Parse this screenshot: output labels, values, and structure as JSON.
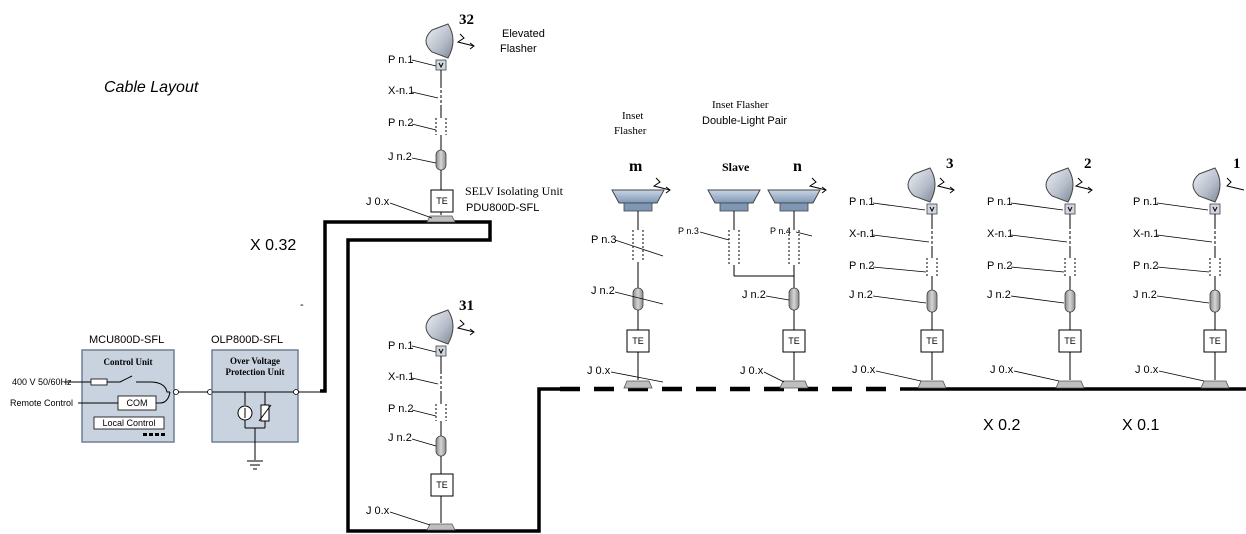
{
  "title": "Cable Layout",
  "segments": {
    "x032": "X 0.32",
    "x02": "X 0.2",
    "x01": "X 0.1",
    "dash": "-"
  },
  "headings": {
    "elevated_flasher": [
      "Elevated",
      "Flasher"
    ],
    "inset_flasher": [
      "Inset",
      "Flasher"
    ],
    "inset_pair": [
      "Inset Flasher",
      "Double-Light Pair"
    ],
    "selv": [
      "SELV Isolating Unit",
      "PDU800D-SFL"
    ],
    "mcu": "MCU800D-SFL",
    "olp": "OLP800D-SFL"
  },
  "control_unit": {
    "title": "Control Unit",
    "com": "COM",
    "local": "Local Control",
    "supply": "400 V 50/60Hz",
    "remote": "Remote Control"
  },
  "olp_unit": {
    "title": [
      "Over Voltage",
      "Protection Unit"
    ]
  },
  "numbers": {
    "n32": "32",
    "n31": "31",
    "m": "m",
    "slave": "Slave",
    "n": "n",
    "n3": "3",
    "n2": "2",
    "n1": "1"
  },
  "labels": {
    "pn1": "P n.1",
    "xn1": "X-n.1",
    "pn2": "P n.2",
    "jn2": "J n.2",
    "j0x": "J 0.x",
    "pn3": "P n.3",
    "pn4": "P n.4",
    "te": "TE"
  }
}
